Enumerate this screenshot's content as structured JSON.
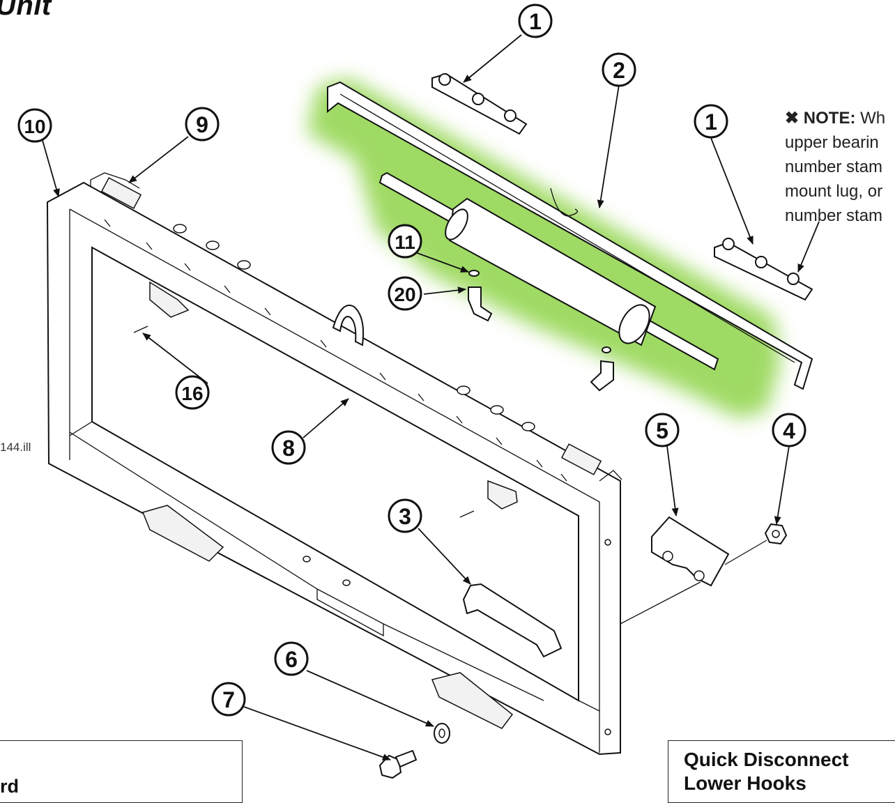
{
  "title_fragment": "Unit",
  "illustration_code": "144.ill",
  "note": {
    "head": "✖ NOTE:",
    "first_line_tail": "Wh",
    "lines": [
      "upper bearin",
      "number stam",
      "mount lug, or",
      "number stam"
    ]
  },
  "callouts": {
    "c1a": "1",
    "c1b": "1",
    "c2": "2",
    "c3": "3",
    "c4": "4",
    "c5": "5",
    "c6": "6",
    "c7": "7",
    "c8": "8",
    "c9": "9",
    "c10": "10",
    "c11": "11",
    "c16": "16",
    "c20": "20"
  },
  "highlight_color": "#8fd44a",
  "bottom_left_box": {
    "text": "rd"
  },
  "bottom_right_box": {
    "line1": "Quick Disconnect",
    "line2": "Lower Hooks"
  }
}
